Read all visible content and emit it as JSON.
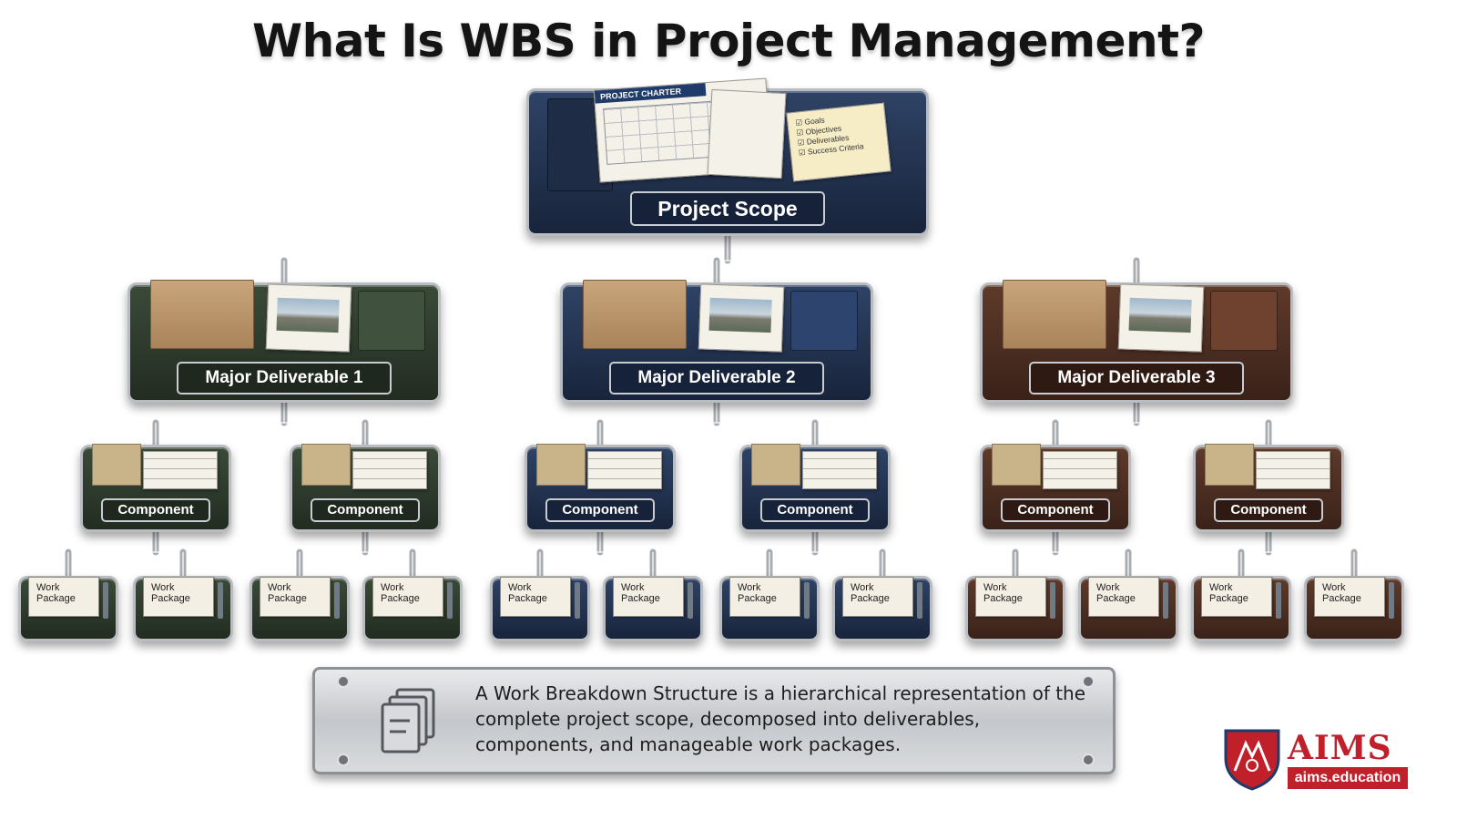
{
  "title": "What Is WBS in Project Management?",
  "root": {
    "label": "Project Scope",
    "charter_title": "PROJECT CHARTER",
    "checklist": [
      "Goals",
      "Objectives",
      "Deliverables",
      "Success Criteria"
    ]
  },
  "deliverables": [
    {
      "label": "Major Deliverable 1",
      "color": "#2b3629",
      "components": [
        "Component",
        "Component"
      ],
      "work_packages": [
        "Work Package",
        "Work Package",
        "Work Package",
        "Work Package"
      ]
    },
    {
      "label": "Major Deliverable 2",
      "color": "#1e2d4a",
      "components": [
        "Component",
        "Component"
      ],
      "work_packages": [
        "Work Package",
        "Work Package",
        "Work Package",
        "Work Package"
      ]
    },
    {
      "label": "Major Deliverable 3",
      "color": "#4a2c20",
      "components": [
        "Component",
        "Component"
      ],
      "work_packages": [
        "Work Package",
        "Work Package",
        "Work Package",
        "Work Package"
      ]
    }
  ],
  "description": "A Work Breakdown Structure is a hierarchical representation of the complete project scope, decomposed into deliverables, components, and manageable work packages.",
  "logo": {
    "name": "AIMS",
    "url": "aims.education",
    "color": "#c0202a"
  }
}
